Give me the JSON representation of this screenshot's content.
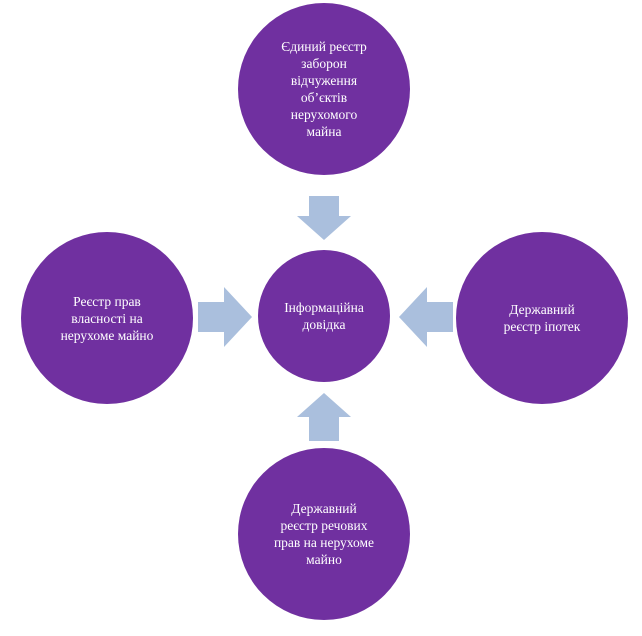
{
  "diagram": {
    "center": {
      "label": "Інформаційна\nдовідка"
    },
    "top": {
      "label": "Єдиний реєстр\nзаборон\nвідчуження\nоб’єктів\nнерухомого\nмайна"
    },
    "left": {
      "label": "Реєстр прав\nвласності на\nнерухоме майно"
    },
    "right": {
      "label": "Державний\nреєстр іпотек"
    },
    "bottom": {
      "label": "Державний\nреєстр речових\nправ на нерухоме\nмайно"
    }
  },
  "colors": {
    "node_fill": "#7030a0",
    "node_text": "#ffffff",
    "arrow_fill": "#aabfdd"
  }
}
